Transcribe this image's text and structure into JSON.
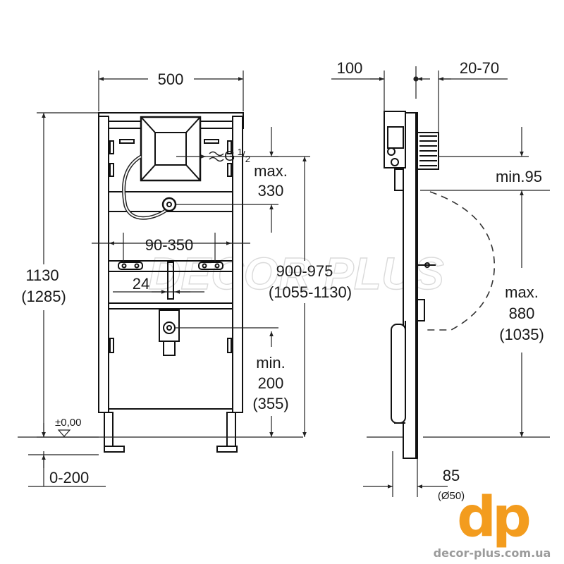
{
  "front_view": {
    "width_label": "500",
    "height_label": "1130",
    "height_alt_label": "(1285)",
    "supply_label": "G",
    "supply_fraction_num": "1",
    "supply_fraction_den": "2",
    "max_label": "max.",
    "max_value": "330",
    "span_label": "90-350",
    "offset_label": "24",
    "range_label": "900-975",
    "range_alt_label": "(1055-1130)",
    "min_label": "min.",
    "min_value": "200",
    "min_alt_value": "(355)",
    "floor_label": "±0,00",
    "floor_offset_label": "0-200"
  },
  "side_view": {
    "depth_label": "100",
    "adjust_label": "20-70",
    "min_label": "min.95",
    "max_label": "max.",
    "max_value": "880",
    "max_alt_value": "(1035)",
    "bottom_label": "85",
    "bottom_alt_label": "(Ø50)"
  },
  "watermark": {
    "text": "DECOR PLUS"
  },
  "logo": {
    "letters": "dp",
    "website": "decor-plus.com.ua",
    "brand_color": "#f39c1e"
  }
}
